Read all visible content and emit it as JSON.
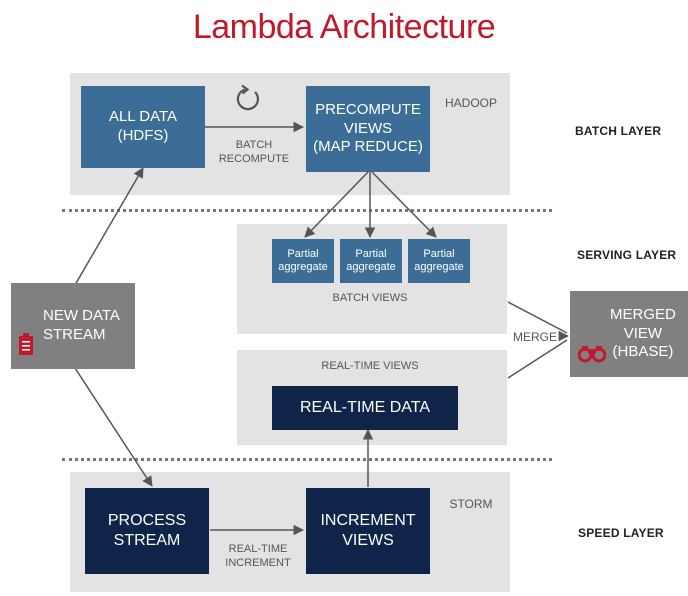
{
  "title": "Lambda Architecture",
  "layers": {
    "batch": "BATCH LAYER",
    "serving": "SERVING LAYER",
    "speed": "SPEED LAYER"
  },
  "batch": {
    "tool": "HADOOP",
    "all_data": "ALL DATA\n(HDFS)",
    "edge_label": "BATCH\nRECOMPUTE",
    "precompute": "PRECOMPUTE\nVIEWS\n(MAP REDUCE)"
  },
  "serving": {
    "partials": [
      "Partial\naggregate",
      "Partial\naggregate",
      "Partial\naggregate"
    ],
    "batch_views": "BATCH VIEWS",
    "realtime_views": "REAL-TIME VIEWS",
    "realtime_data": "REAL-TIME DATA"
  },
  "source": {
    "label": "NEW DATA\nSTREAM"
  },
  "merge": {
    "label": "MERGE",
    "target": "MERGED\nVIEW\n(HBASE)"
  },
  "speed": {
    "tool": "STORM",
    "process": "PROCESS\nSTREAM",
    "edge_label": "REAL-TIME\nINCREMENT",
    "increment": "INCREMENT\nVIEWS"
  },
  "colors": {
    "title": "#c0192c",
    "batch_box": "#3b6d96",
    "speed_box": "#0e2448",
    "panel": "#e3e3e3",
    "external_box": "#808080",
    "accent_icon": "#c0192c"
  },
  "icons": {
    "cycle": "refresh-cycle-icon",
    "document": "clipboard-document-icon",
    "binoculars": "binoculars-icon"
  }
}
